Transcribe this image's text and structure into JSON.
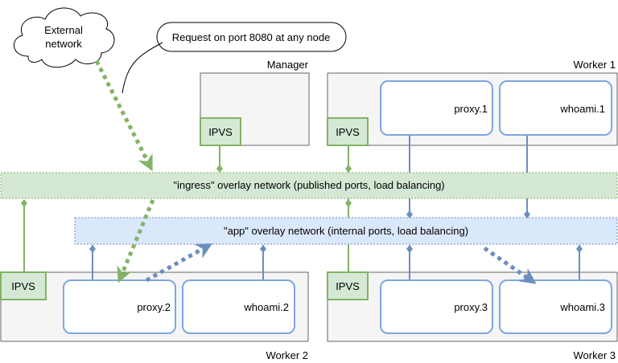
{
  "external_network": {
    "line1": "External",
    "line2": "network"
  },
  "callout": "Request on port 8080 at any node",
  "nodes": {
    "manager": "Manager",
    "worker1": "Worker 1",
    "worker2": "Worker 2",
    "worker3": "Worker 3"
  },
  "ipvs_label": "IPVS",
  "services": {
    "proxy1": "proxy.1",
    "whoami1": "whoami.1",
    "proxy2": "proxy.2",
    "whoami2": "whoami.2",
    "proxy3": "proxy.3",
    "whoami3": "whoami.3"
  },
  "networks": {
    "ingress": "\"ingress\" overlay network (published ports, load balancing)",
    "app": "\"app\" overlay network (internal ports, load balancing)"
  },
  "colors": {
    "ingress_stroke": "#82b366",
    "ingress_fill": "#d5e8d4",
    "app_stroke": "#6c8ebf",
    "app_fill": "#dae8fc",
    "service_stroke": "#7ea6e0",
    "node_fill": "#f5f5f5"
  }
}
